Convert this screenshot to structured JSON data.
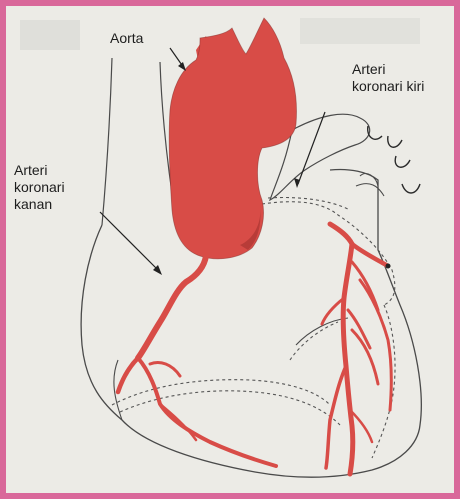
{
  "labels": {
    "aorta": "Aorta",
    "left_coronary": [
      "Arteri",
      "koronari kiri"
    ],
    "right_coronary": [
      "Arteri",
      "koronari",
      "kanan"
    ]
  },
  "colors": {
    "border": "#d9689a",
    "background": "#ecebe6",
    "artery": "#d84c47",
    "artery_shadow": "#b83c38",
    "outline": "#4a4a4a"
  }
}
